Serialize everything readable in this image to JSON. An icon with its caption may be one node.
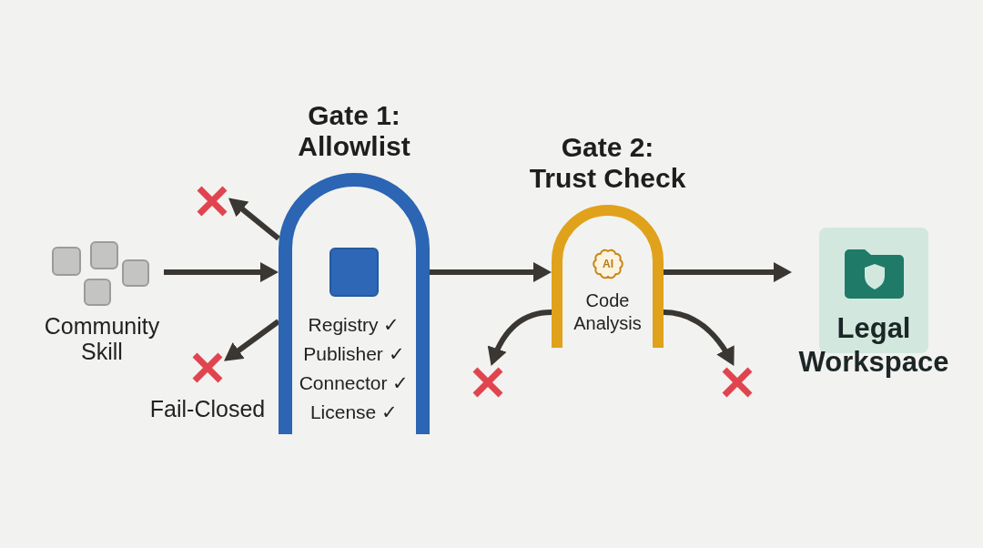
{
  "diagram": {
    "nodes": [
      {
        "text": [
          "Community Skill"
        ]
      },
      {
        "text": [],
        "shape": "cross"
      },
      {
        "text": [],
        "shape": "cross",
        "beside": [
          "Fail-Closed"
        ]
      },
      {
        "text": [
          "Gate 1: Allowlist",
          "Registry ✓",
          "Publisher ✓",
          "Connector ✓",
          "License ✓"
        ]
      },
      {
        "text": [
          "Gate 2: Trust Check",
          "AI",
          "Code Analysis"
        ]
      },
      {
        "text": [],
        "shape": "cross"
      },
      {
        "text": [],
        "shape": "cross"
      },
      {
        "text": [
          "Legal Workspace"
        ]
      }
    ],
    "edges": [
      {
        "from": 0,
        "to": 3,
        "arrow": "to"
      },
      {
        "from": 3,
        "to": 1,
        "arrow": "to"
      },
      {
        "from": 3,
        "to": 2,
        "arrow": "to"
      },
      {
        "from": 3,
        "to": 4,
        "arrow": "to"
      },
      {
        "from": 4,
        "to": 5,
        "arrow": "to"
      },
      {
        "from": 4,
        "to": 6,
        "arrow": "to"
      },
      {
        "from": 4,
        "to": 7,
        "arrow": "to"
      }
    ]
  }
}
